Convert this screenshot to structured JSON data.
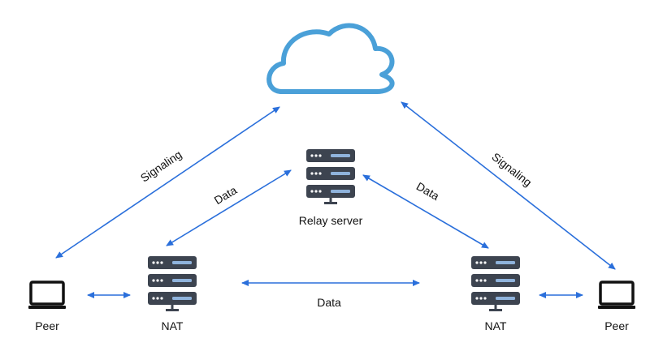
{
  "labels": {
    "peer_left": "Peer",
    "nat_left": "NAT",
    "relay": "Relay server",
    "nat_right": "NAT",
    "peer_right": "Peer",
    "signaling_left": "Signaling",
    "signaling_right": "Signaling",
    "data_left": "Data",
    "data_right": "Data",
    "data_bottom": "Data"
  },
  "colors": {
    "arrow": "#2a6fdb",
    "cloud": "#4aa0d8",
    "server": "#3d4450",
    "server_slot": "#8fb3dc",
    "laptop": "#111111"
  },
  "icons": {
    "cloud": "cloud-icon",
    "server": "server-icon",
    "laptop": "laptop-icon"
  }
}
